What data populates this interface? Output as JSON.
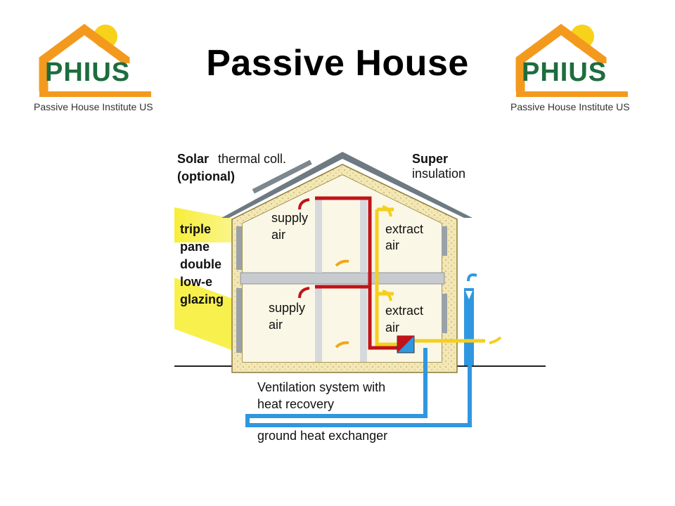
{
  "title": "Passive House",
  "logo": {
    "word_1": "PH",
    "word_2": "IUS",
    "caption": "Passive House Institute US",
    "colors": {
      "house": "#f39a1e",
      "sun": "#f7d21a",
      "text": "#1d6d3d"
    }
  },
  "diagram": {
    "solar_1": "Solar",
    "solar_2": "thermal coll.",
    "solar_3": "(optional)",
    "super_1": "Super",
    "super_2": "insulation",
    "glazing": [
      "triple",
      "pane",
      "double",
      "low-e",
      "glazing"
    ],
    "supply_upper_1": "supply",
    "supply_upper_2": "air",
    "extract_upper_1": "extract",
    "extract_upper_2": "air",
    "supply_lower_1": "supply",
    "supply_lower_2": "air",
    "extract_lower_1": "extract",
    "extract_lower_2": "air",
    "ventilation_1": "Ventilation system with",
    "ventilation_2": "heat recovery",
    "ground": "ground heat exchanger",
    "colors": {
      "insulation": "#f3e7b5",
      "sun": "#f7ee3a",
      "supply": "#c0141a",
      "extract": "#f4cf1d",
      "ground": "#2f97e0",
      "roof": "#6e7a82"
    }
  }
}
